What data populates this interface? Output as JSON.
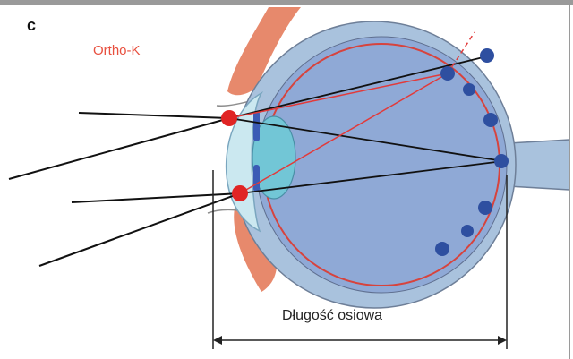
{
  "panel_letter": "c",
  "method_label": "Ortho-K",
  "axial_length_label": "Długość osiowa",
  "colors": {
    "method_label": "#e8503f",
    "axial_label": "#222222",
    "ray_black": "#111111",
    "ray_red": "#e23a3a",
    "focal_point_blue": "#2e4fa0",
    "sclera": "#a9c2dd",
    "eyeball_fill": "#8fa9d6",
    "retina_line": "#d7433d",
    "eyelid": "#e47c5c",
    "cornea": "#cbe8f0",
    "lens": "#72c6d6",
    "iris": "#3b5bb5",
    "pupil_point_red": "#e02424"
  },
  "icons": [
    "eye-diagram",
    "ray-lines",
    "focal-points",
    "axial-length-dimension"
  ]
}
